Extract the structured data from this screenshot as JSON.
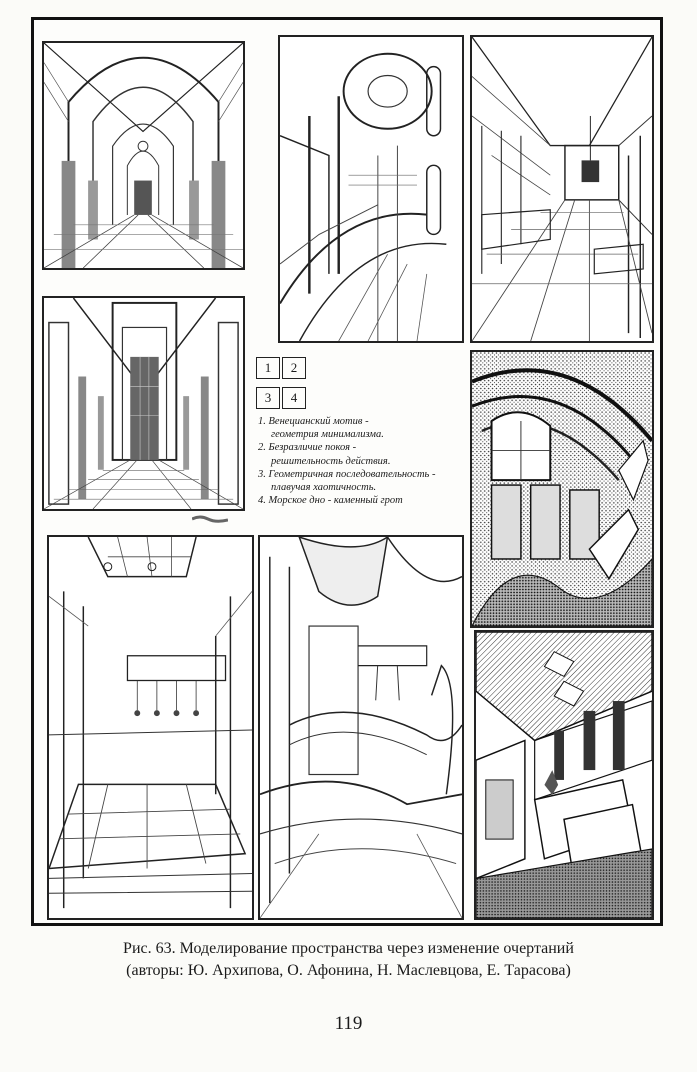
{
  "legend": {
    "numbers": [
      "1",
      "2",
      "3",
      "4"
    ],
    "lines": [
      "1. Венецианский мотив -",
      "геометрия минимализма.",
      "2. Безразличие покоя -",
      "решительность действия.",
      "3. Геометричная последовательность -",
      "плавучая хаотичность.",
      "4. Морское дно - каменный грот"
    ]
  },
  "caption": {
    "line1": "Рис. 63.  Моделирование пространства через изменение очертаний",
    "line2": "(авторы:  Ю. Архипова, О. Афонина, Н. Маслевцова, Е. Тарасова)"
  },
  "page_number": "119"
}
